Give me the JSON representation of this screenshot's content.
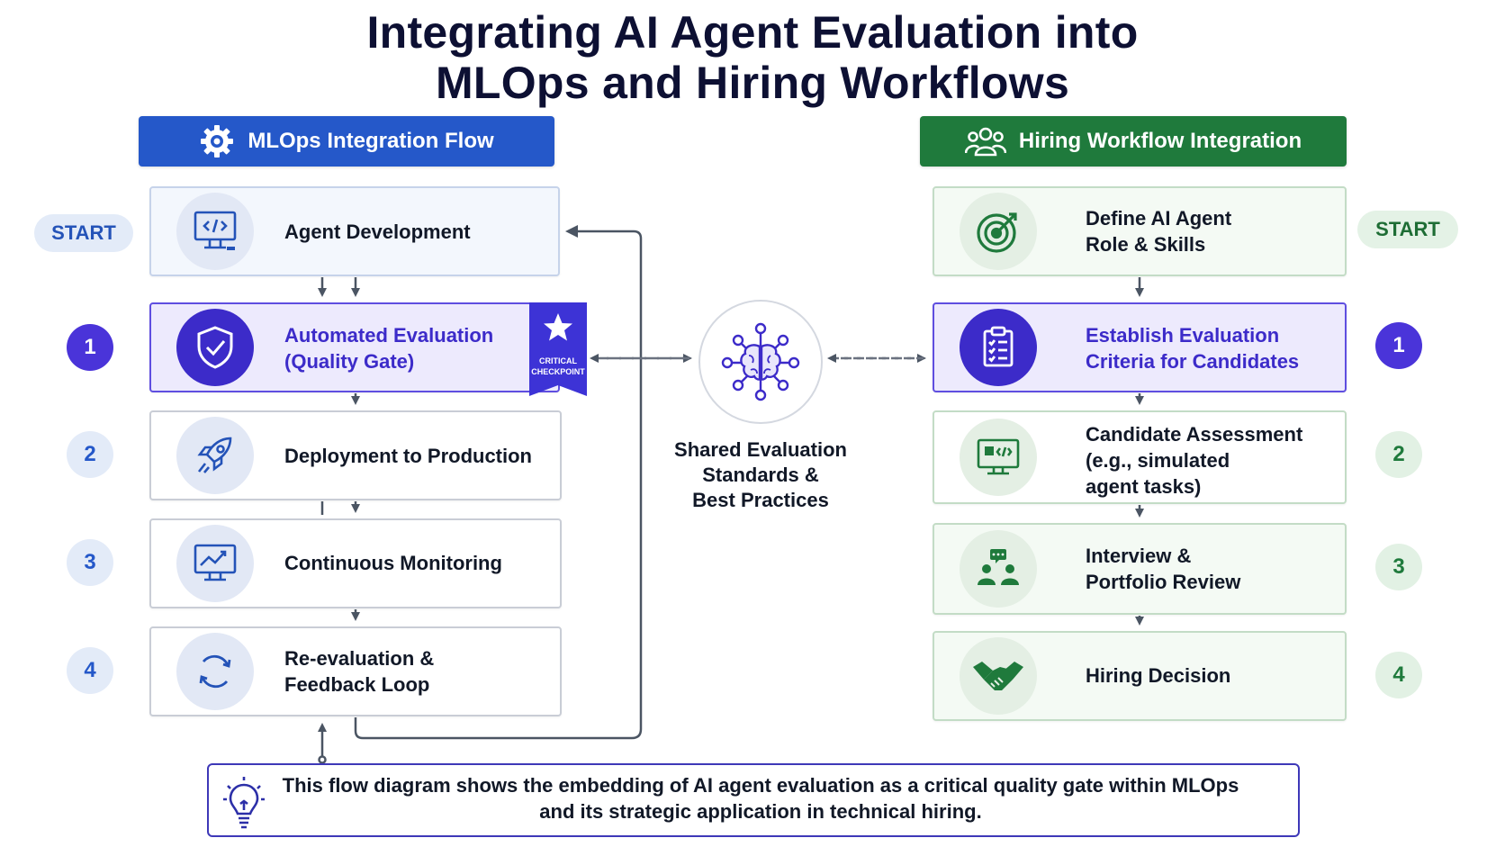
{
  "title": {
    "line1": "Integrating AI Agent Evaluation into",
    "line2": "MLOps and Hiring Workflows"
  },
  "mlops": {
    "banner": "MLOps Integration Flow",
    "start": "START",
    "steps": [
      {
        "num": "",
        "lines": [
          "Agent Development"
        ]
      },
      {
        "num": "1",
        "lines": [
          "Automated Evaluation",
          "(Quality Gate)"
        ]
      },
      {
        "num": "2",
        "lines": [
          "Deployment to Production"
        ]
      },
      {
        "num": "3",
        "lines": [
          "Continuous Monitoring"
        ]
      },
      {
        "num": "4",
        "lines": [
          "Re-evaluation &",
          "Feedback Loop"
        ]
      }
    ],
    "badge": [
      "CRITICAL",
      "CHECKPOINT"
    ]
  },
  "hiring": {
    "banner": "Hiring Workflow Integration",
    "start": "START",
    "steps": [
      {
        "num": "",
        "lines": [
          "Define AI Agent",
          "Role & Skills"
        ]
      },
      {
        "num": "1",
        "lines": [
          "Establish Evaluation",
          "Criteria for Candidates"
        ]
      },
      {
        "num": "2",
        "lines": [
          "Candidate Assessment",
          "(e.g., simulated",
          "agent tasks)"
        ]
      },
      {
        "num": "3",
        "lines": [
          "Interview &",
          "Portfolio Review"
        ]
      },
      {
        "num": "4",
        "lines": [
          "Hiring Decision"
        ]
      }
    ]
  },
  "center": {
    "lines": [
      "Shared Evaluation",
      "Standards &",
      "Best Practices"
    ]
  },
  "footer": {
    "line1": "This flow diagram shows the embedding of AI agent evaluation as a critical quality gate within MLOps",
    "line2": "and its strategic application in technical hiring."
  },
  "colors": {
    "mlops_blue": "#2558c9",
    "hiring_green": "#1f7a3c",
    "gate_purple": "#3c2bc9"
  }
}
